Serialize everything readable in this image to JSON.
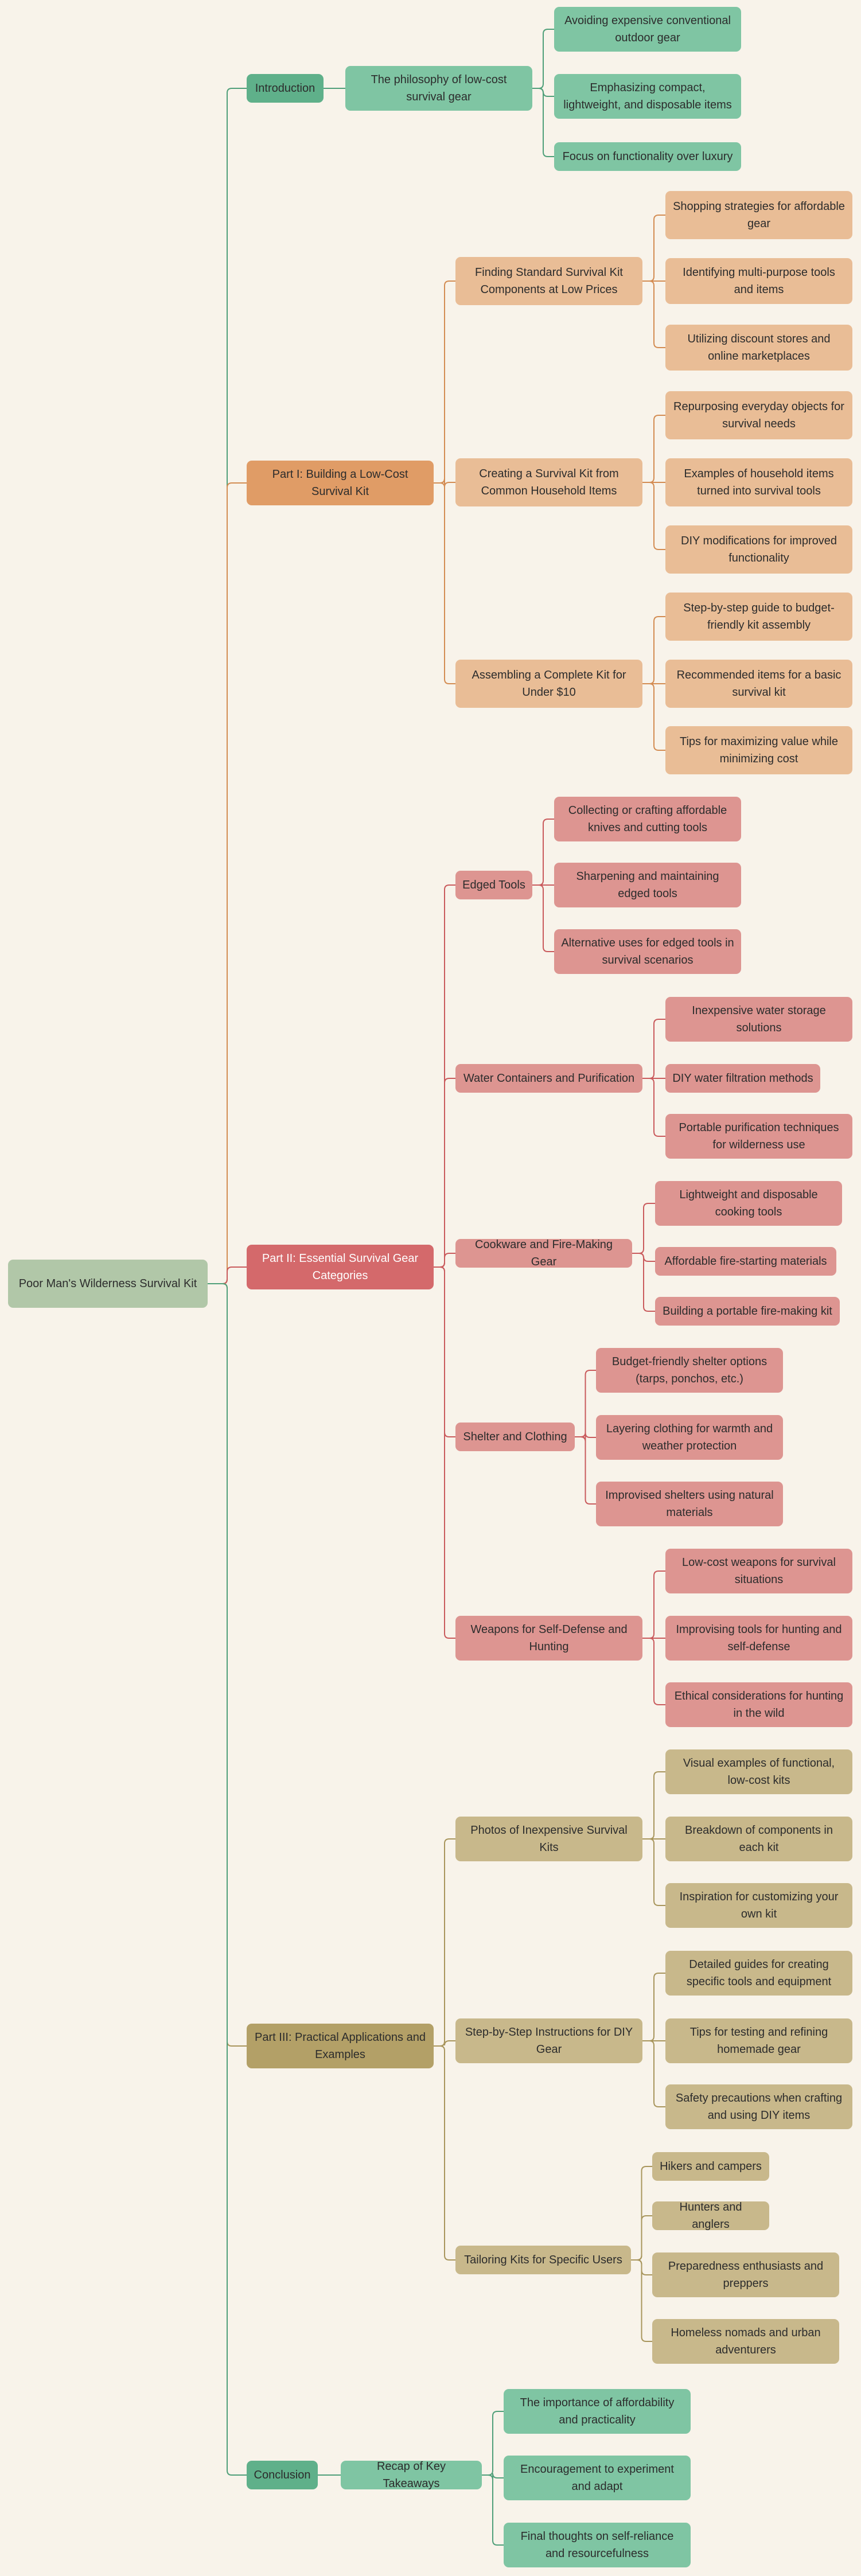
{
  "root": "Poor Man's Wilderness Survival Kit",
  "branches": [
    {
      "label": "Introduction",
      "topics": [
        {
          "label": "The philosophy of low-cost survival gear",
          "items": [
            "Avoiding expensive conventional outdoor gear",
            "Emphasizing compact, lightweight, and disposable items",
            "Focus on functionality over luxury"
          ]
        }
      ]
    },
    {
      "label": "Part I: Building a Low-Cost Survival Kit",
      "topics": [
        {
          "label": "Finding Standard Survival Kit Components at Low Prices",
          "items": [
            "Shopping strategies for affordable gear",
            "Identifying multi-purpose tools and items",
            "Utilizing discount stores and online marketplaces"
          ]
        },
        {
          "label": "Creating a Survival Kit from Common Household Items",
          "items": [
            "Repurposing everyday objects for survival needs",
            "Examples of household items turned into survival tools",
            "DIY modifications for improved functionality"
          ]
        },
        {
          "label": "Assembling a Complete Kit for Under $10",
          "items": [
            "Step-by-step guide to budget-friendly kit assembly",
            "Recommended items for a basic survival kit",
            "Tips for maximizing value while minimizing cost"
          ]
        }
      ]
    },
    {
      "label": "Part II: Essential Survival Gear Categories",
      "topics": [
        {
          "label": "Edged Tools",
          "items": [
            "Collecting or crafting affordable knives and cutting tools",
            "Sharpening and maintaining edged tools",
            "Alternative uses for edged tools in survival scenarios"
          ]
        },
        {
          "label": "Water Containers and Purification",
          "items": [
            "Inexpensive water storage solutions",
            "DIY water filtration methods",
            "Portable purification techniques for wilderness use"
          ]
        },
        {
          "label": "Cookware and Fire-Making Gear",
          "items": [
            "Lightweight and disposable cooking tools",
            "Affordable fire-starting materials",
            "Building a portable fire-making kit"
          ]
        },
        {
          "label": "Shelter and Clothing",
          "items": [
            "Budget-friendly shelter options (tarps, ponchos, etc.)",
            "Layering clothing for warmth and weather protection",
            "Improvised shelters using natural materials"
          ]
        },
        {
          "label": "Weapons for Self-Defense and Hunting",
          "items": [
            "Low-cost weapons for survival situations",
            "Improvising tools for hunting and self-defense",
            "Ethical considerations for hunting in the wild"
          ]
        }
      ]
    },
    {
      "label": "Part III: Practical Applications and Examples",
      "topics": [
        {
          "label": "Photos of Inexpensive Survival Kits",
          "items": [
            "Visual examples of functional, low-cost kits",
            "Breakdown of components in each kit",
            "Inspiration for customizing your own kit"
          ]
        },
        {
          "label": "Step-by-Step Instructions for DIY Gear",
          "items": [
            "Detailed guides for creating specific tools and equipment",
            "Tips for testing and refining homemade gear",
            "Safety precautions when crafting and using DIY items"
          ]
        },
        {
          "label": "Tailoring Kits for Specific Users",
          "items": [
            "Hikers and campers",
            "Hunters and anglers",
            "Preparedness enthusiasts and preppers",
            "Homeless nomads and urban adventurers"
          ]
        }
      ]
    },
    {
      "label": "Conclusion",
      "topics": [
        {
          "label": "Recap of Key Takeaways",
          "items": [
            "The importance of affordability and practicality",
            "Encouragement to experiment and adapt",
            "Final thoughts on self-reliance and resourcefulness"
          ]
        }
      ]
    }
  ],
  "colors": {
    "background": "#f8f3ea",
    "root": "#b1c7a8",
    "introduction": "#5fb08a",
    "part_i": "#e09c66",
    "part_ii": "#d4696b",
    "part_iii": "#b3a067",
    "conclusion": "#5fb08a"
  }
}
